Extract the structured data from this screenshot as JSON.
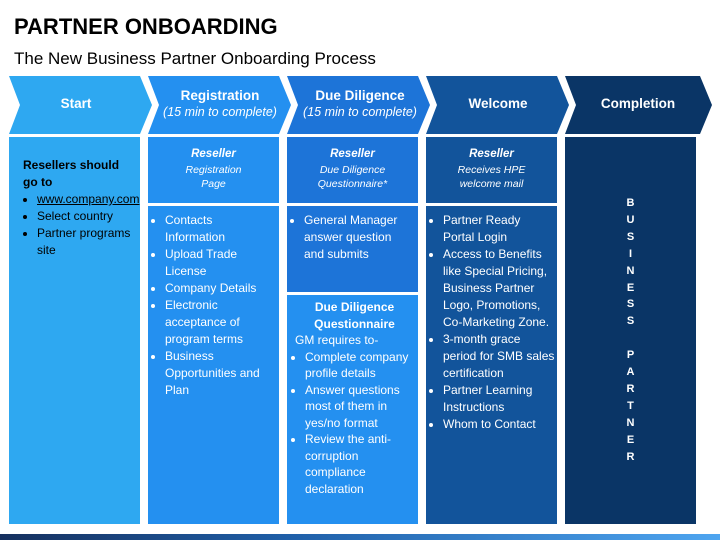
{
  "title": "PARTNER ONBOARDING",
  "subtitle": "The New Business Partner Onboarding Process",
  "colors": {
    "start": "#2ea8f1",
    "registration": "#2490f0",
    "due_diligence": "#1d74d8",
    "welcome": "#12549b",
    "completion": "#0a3566",
    "connector": "#ffffff"
  },
  "steps": [
    {
      "title": "Start",
      "subtitle": "",
      "text_intro": "Resellers should go to",
      "bullets": [
        "www.company.com",
        "Select country",
        "Partner programs site"
      ]
    },
    {
      "title": "Registration",
      "subtitle": "(15 min to complete)",
      "block_title": "Reseller",
      "block_lines": [
        "Registration",
        "Page"
      ],
      "bullets": [
        "Contacts Information",
        "Upload Trade License",
        "Company Details",
        "Electronic acceptance of program terms",
        "Business Opportunities and Plan"
      ]
    },
    {
      "title": "Due Diligence",
      "subtitle": "(15 min to complete)",
      "block_title": "Reseller",
      "block_lines": [
        "Due Diligence",
        "Questionnaire*"
      ],
      "bullets": [
        "General Manager answer question and submits"
      ],
      "sub_title": "Due Diligence Questionnaire",
      "sub_intro": "GM requires to-",
      "sub_bullets": [
        "Complete company profile details",
        "Answer questions most of them in yes/no format",
        "Review the anti-corruption compliance declaration"
      ]
    },
    {
      "title": "Welcome",
      "subtitle": "",
      "block_title": "Reseller",
      "block_lines": [
        "Receives HPE",
        "welcome mail"
      ],
      "bullets": [
        "Partner Ready Portal Login",
        "Access to Benefits like Special Pricing, Business Partner Logo, Promotions, Co-Marketing Zone.",
        "3-month grace period for SMB sales certification",
        "Partner Learning Instructions",
        "Whom to Contact"
      ]
    },
    {
      "title": "Completion",
      "subtitle": "",
      "vertical_text": [
        "B",
        "U",
        "S",
        "I",
        "N",
        "E",
        "S",
        "S",
        "",
        "P",
        "A",
        "R",
        "T",
        "N",
        "E",
        "R"
      ]
    }
  ]
}
